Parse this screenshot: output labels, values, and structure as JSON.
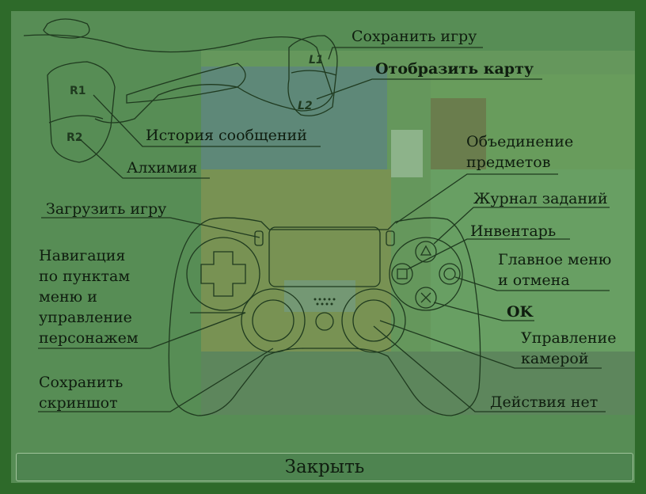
{
  "labels": {
    "save_game": "Сохранить игру",
    "show_map": "Отобразить карту",
    "message_history": "История сообщений",
    "alchemy": "Алхимия",
    "merge_items": "Объединение\nпредметов",
    "quest_log": "Журнал заданий",
    "load_game": "Загрузить игру",
    "inventory": "Инвентарь",
    "main_menu_cancel": "Главное меню\nи отмена",
    "navigation": "Навигация\nпо пунктам\nменю и\nуправление\nперсонажем",
    "ok": "OK",
    "camera": "Управление\nкамерой",
    "screenshot": "Сохранить\nскриншот",
    "no_action": "Действия нет"
  },
  "buttons": {
    "l1": "L1",
    "l2": "L2",
    "r1": "R1",
    "r2": "R2"
  },
  "close_label": "Закрыть",
  "colors": {
    "border": "#2e6a2a",
    "overlay": "#5f8f5c",
    "text": "#0f1d0f",
    "line": "#1f3a1f"
  }
}
